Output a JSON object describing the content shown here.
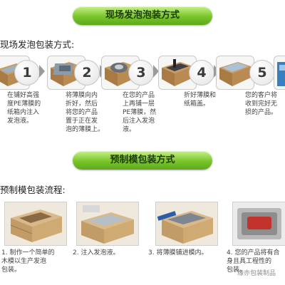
{
  "section1": {
    "banner": "现场发泡泡装方式",
    "title": "现场发泡包装方式:",
    "steps": [
      {
        "number": "1",
        "text": "在铺好高强\n度PE薄膜的\n纸箱内注入\n发泡液。"
      },
      {
        "number": "2",
        "text": "将薄膜向内\n折好，然后\n将您的产品\n置于正在发\n泡的薄膜上。"
      },
      {
        "number": "3",
        "text": "在您的产品\n上再铺一层\nPE薄膜，然\n后注入发泡\n液。"
      },
      {
        "number": "4",
        "text": "折好薄膜和\n纸箱盖。"
      },
      {
        "number": "5",
        "text": "您的客户将\n收到完好无\n损的产品。"
      }
    ]
  },
  "section2": {
    "banner": "预制模包装方式",
    "title": "预制模包装流程:",
    "steps": [
      {
        "text": "1. 制作一个简单的\n木模以生产发泡\n包装。"
      },
      {
        "text": "2. 注入发泡液。"
      },
      {
        "text": "3. 将薄膜铺进模内。"
      },
      {
        "text": "4. 您的产品将有合\n身且具工程性的\n包装。"
      }
    ]
  },
  "watermark": "缘亦包装制品"
}
